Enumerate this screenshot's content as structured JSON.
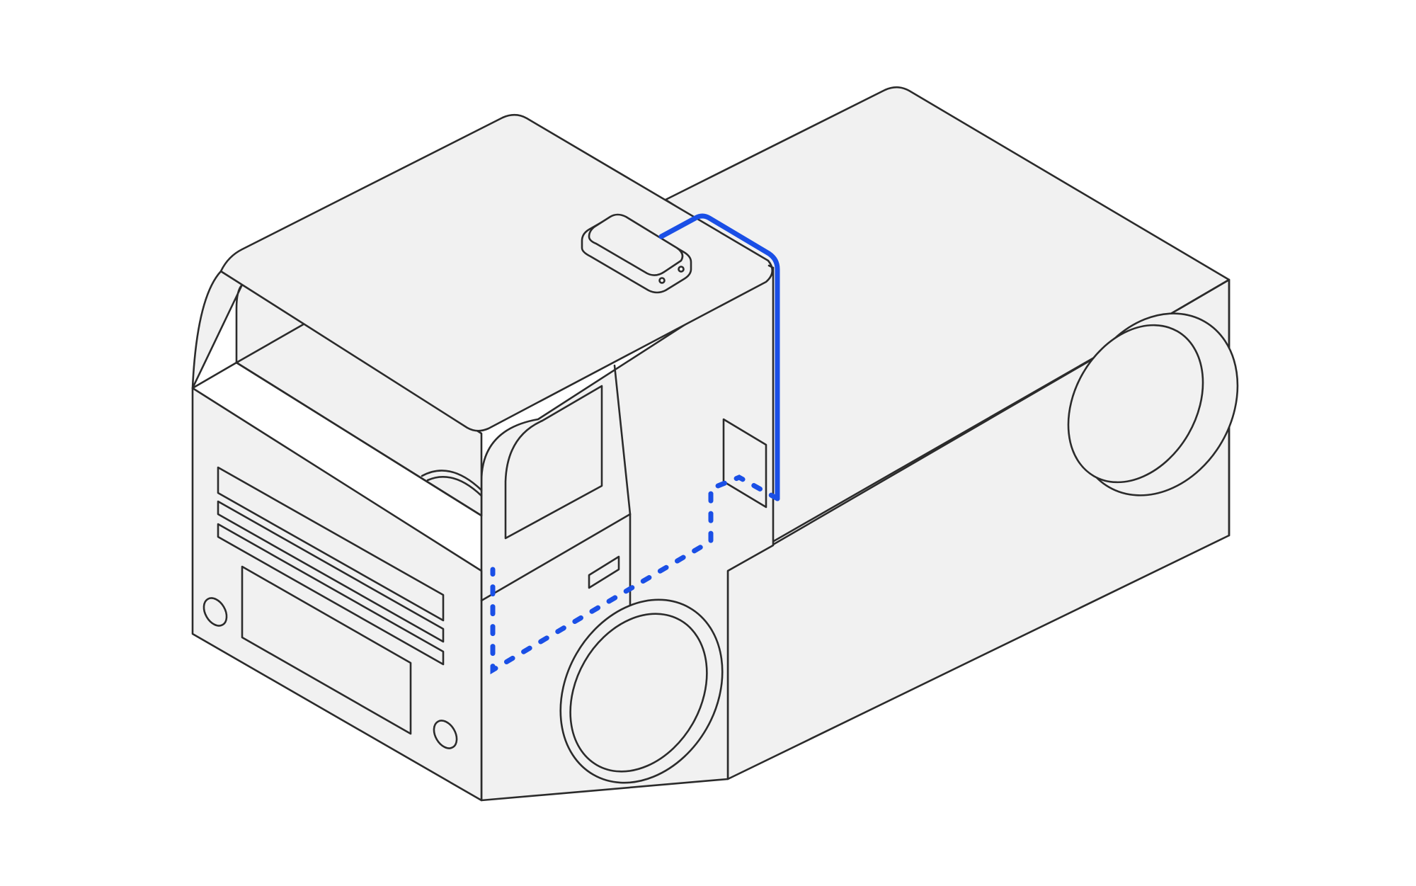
{
  "colors": {
    "body_fill": "#f1f1f1",
    "outline": "#2b2b2b",
    "cable": "#1a4fe6",
    "background": "#ffffff"
  },
  "components": {
    "device": "telematics-device",
    "visible_cable": "solid",
    "hidden_cable": "dashed"
  }
}
